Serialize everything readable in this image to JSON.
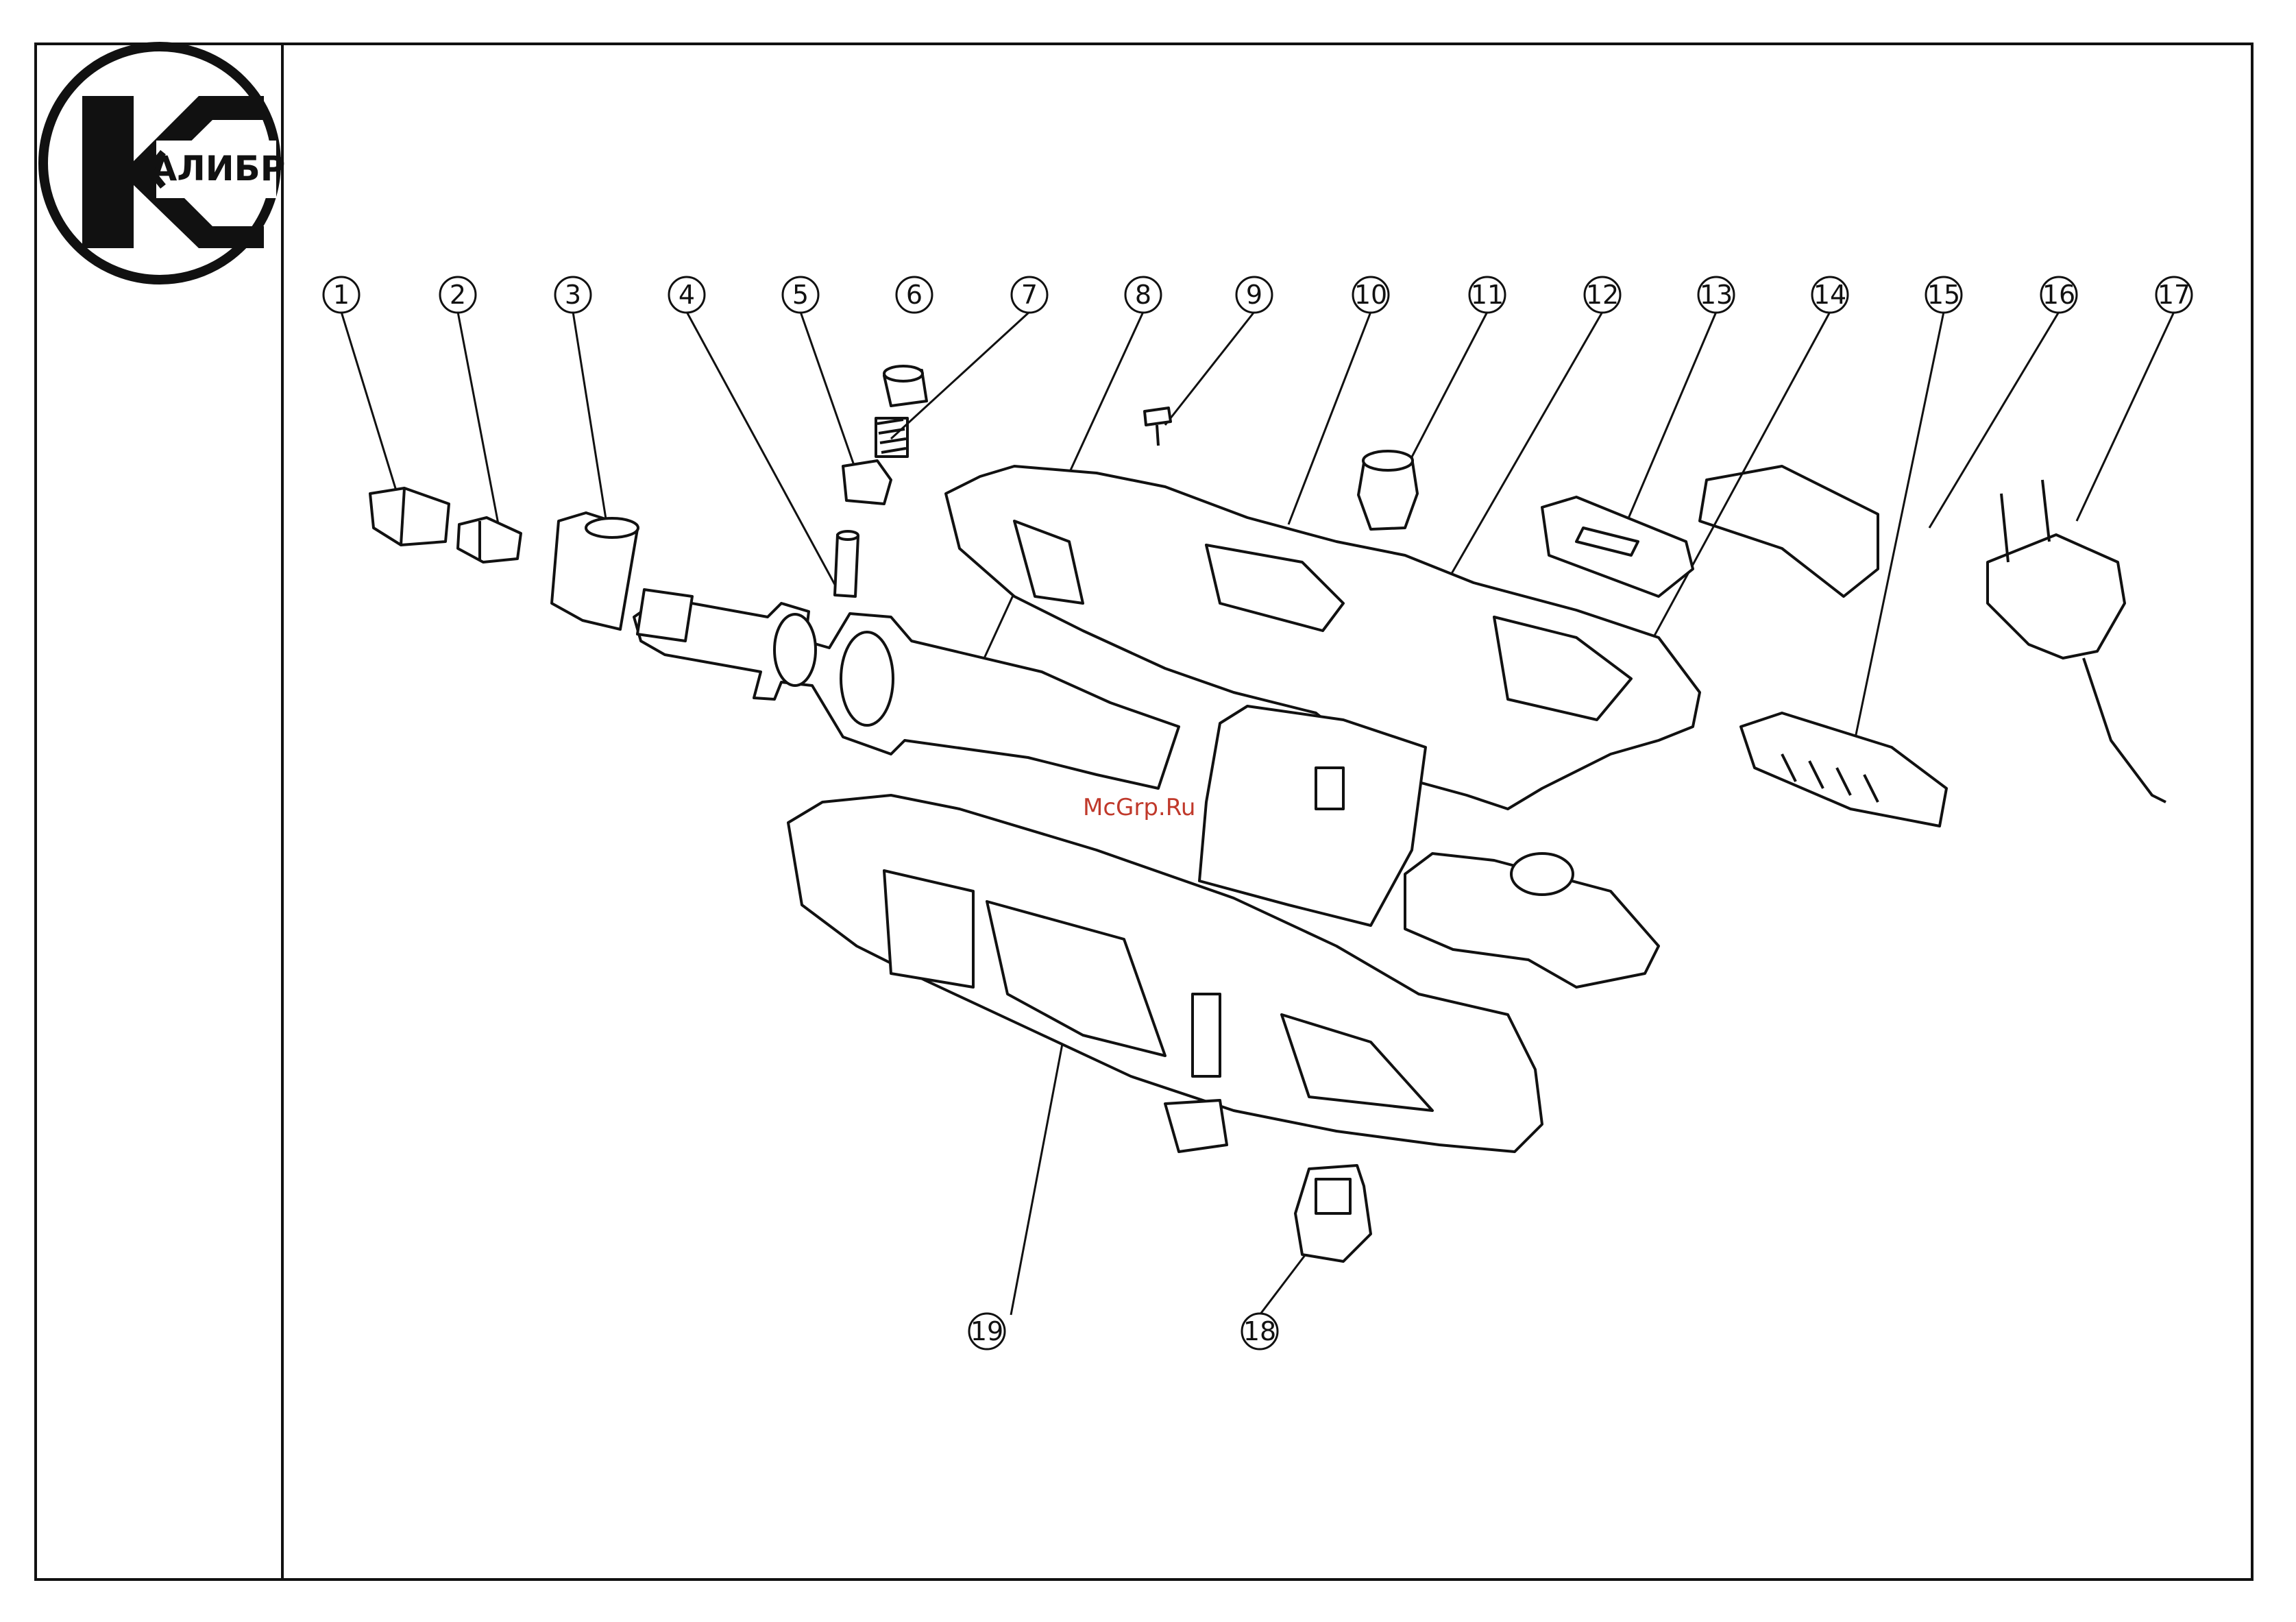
{
  "logo": {
    "text": "АЛИБР"
  },
  "watermark": "McGrp.Ru",
  "callouts": [
    "1",
    "2",
    "3",
    "4",
    "5",
    "6",
    "7",
    "8",
    "9",
    "10",
    "11",
    "12",
    "13",
    "14",
    "15",
    "16",
    "17",
    "18",
    "19"
  ],
  "colors": {
    "line": "#111111",
    "watermark": "#c0392b",
    "background": "#ffffff"
  }
}
